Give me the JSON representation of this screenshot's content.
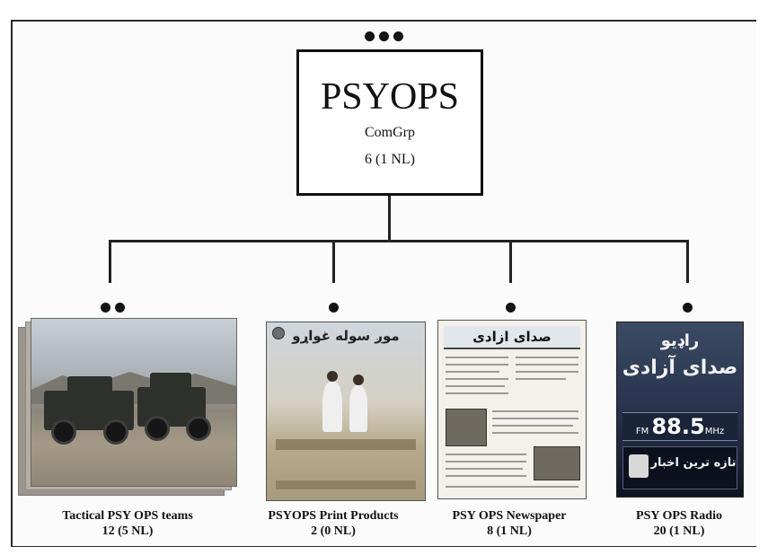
{
  "top_box": {
    "title": "PSYOPS",
    "subtitle": "ComGrp",
    "count": "6 (1 NL)",
    "rank_dots": 3
  },
  "units": [
    {
      "name": "Tactical PSY OPS teams",
      "count": "12 (5 NL)",
      "rank_dots": 2
    },
    {
      "name": "PSYOPS Print Products",
      "count": "2 (0 NL)",
      "rank_dots": 1,
      "image_title": "موږ سوله غواړو"
    },
    {
      "name": "PSY OPS Newspaper",
      "count": "8 (1 NL)",
      "rank_dots": 1,
      "image_title": "صدای ازادی"
    },
    {
      "name": "PSY OPS Radio",
      "count": "20 (1 NL)",
      "rank_dots": 1,
      "image_title_1": "راډیو",
      "image_title_2": "صدای آزادی",
      "image_freq": "88.5",
      "image_freq_unit": "MHz",
      "image_footer": "تازه ترین اخبار"
    }
  ]
}
